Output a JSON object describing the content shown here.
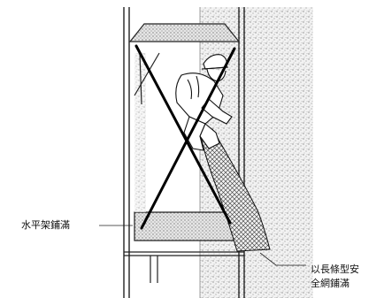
{
  "labels": {
    "horizontal_platform": "水平架鋪滿",
    "long_safety_net": [
      "以長條型安",
      "全網鋪滿"
    ]
  }
}
